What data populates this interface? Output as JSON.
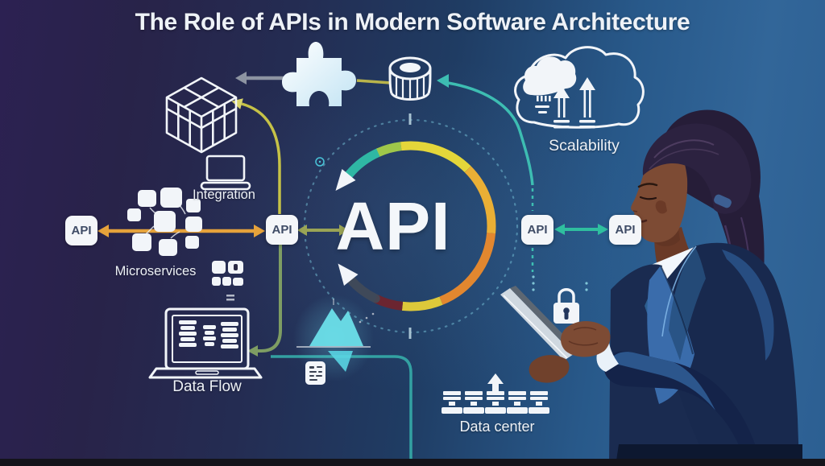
{
  "title": "The Role of APIs in Modern Software Architecture",
  "center": {
    "label": "API"
  },
  "api_boxes": [
    {
      "position": "left",
      "label": "API"
    },
    {
      "position": "middle-left",
      "label": "API"
    },
    {
      "position": "right-inner",
      "label": "API"
    },
    {
      "position": "right-outer",
      "label": "API"
    }
  ],
  "labels": {
    "integration": "Integration",
    "microservices": "Microservices",
    "data_flow": "Data Flow",
    "scalability": "Scalability",
    "data_center": "Data center"
  },
  "icons": {
    "puzzle": "puzzle-piece",
    "cube": "modular-cube",
    "cylinder": "database-cylinder",
    "cloud": "cloud-with-upload-arrows",
    "integration_laptop": "laptop",
    "microservices_cluster": "connected-service-blocks",
    "app_grid": "app-grid",
    "data_flow_laptop": "laptop-with-data-stacks",
    "mountain_glow": "glowing-data-peaks",
    "document": "code-document",
    "lock": "padlock",
    "server_racks": "data-center-racks",
    "up_arrow": "upload-arrow",
    "woman": "businesswoman-with-tablet"
  },
  "colors": {
    "bg_left": "#2b2150",
    "bg_center": "#22345a",
    "bg_right": "#2f6394",
    "ring_teal": "#2fb7a4",
    "ring_yellow": "#e5d23b",
    "ring_orange": "#e2872f",
    "arrow_orange": "#e5a23b",
    "arrow_olive": "#97a155",
    "arrow_gray": "#8d94a2",
    "arrow_teal": "#3dbdb2",
    "glow_cyan": "#6cdfe9",
    "icon_white": "#f2f5f9",
    "bottom_bar": "#14141b"
  }
}
